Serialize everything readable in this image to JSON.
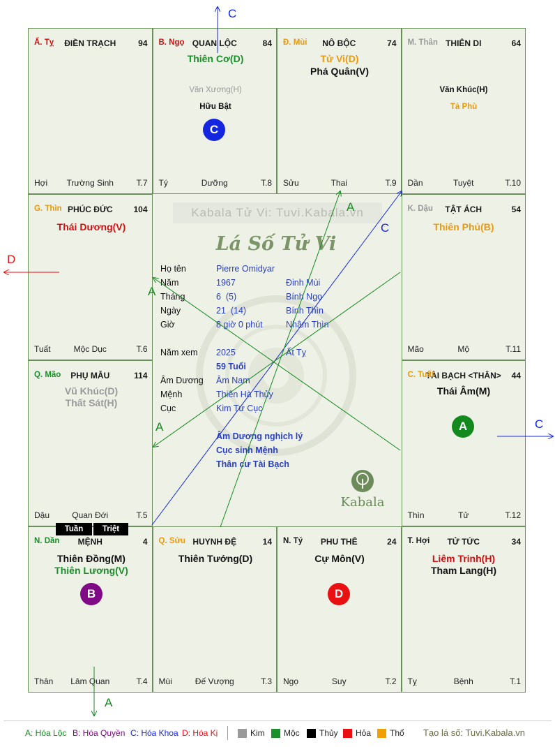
{
  "palaces": [
    {
      "key": "ty",
      "stem": "Ấ. Tỵ",
      "stem_color": "#d01010",
      "name": "ĐIỀN TRẠCH",
      "num": "94",
      "bl": "Hợi",
      "bm": "Trường Sinh",
      "br": "T.7"
    },
    {
      "key": "ngo",
      "stem": "B. Ngọ",
      "stem_color": "#d01010",
      "name": "QUAN LỘC",
      "num": "84",
      "bl": "Tý",
      "bm": "Dưỡng",
      "br": "T.8"
    },
    {
      "key": "mui",
      "stem": "Đ. Mùi",
      "stem_color": "#e89a10",
      "name": "NÔ BỘC",
      "num": "74",
      "bl": "Sửu",
      "bm": "Thai",
      "br": "T.9"
    },
    {
      "key": "than",
      "stem": "M. Thân",
      "stem_color": "#9a9a9a",
      "name": "THIÊN DI",
      "num": "64",
      "bl": "Dần",
      "bm": "Tuyệt",
      "br": "T.10"
    },
    {
      "key": "thin",
      "stem": "G. Thìn",
      "stem_color": "#e89a10",
      "name": "PHÚC ĐỨC",
      "num": "104",
      "bl": "Tuất",
      "bm": "Mộc Dục",
      "br": "T.6"
    },
    {
      "key": "dau",
      "stem": "K. Dậu",
      "stem_color": "#9a9a9a",
      "name": "TẬT ÁCH",
      "num": "54",
      "bl": "Mão",
      "bm": "Mộ",
      "br": "T.11"
    },
    {
      "key": "mao",
      "stem": "Q. Mão",
      "stem_color": "#1a8f2a",
      "name": "PHỤ MẪU",
      "num": "114",
      "bl": "Dậu",
      "bm": "Quan Đới",
      "br": "T.5"
    },
    {
      "key": "tuat",
      "stem": "C. Tuất",
      "stem_color": "#e89a10",
      "name": "TÀI BẠCH <THÂN>",
      "num": "44",
      "bl": "Thìn",
      "bm": "Tử",
      "br": "T.12"
    },
    {
      "key": "dan",
      "stem": "N. Dần",
      "stem_color": "#1a8f2a",
      "name": "MỆNH",
      "num": "4",
      "bl": "Thân",
      "bm": "Lâm Quan",
      "br": "T.4"
    },
    {
      "key": "suu",
      "stem": "Q. Sửu",
      "stem_color": "#e89a10",
      "name": "HUYNH ĐỆ",
      "num": "14",
      "bl": "Mùi",
      "bm": "Đế Vượng",
      "br": "T.3"
    },
    {
      "key": "tyrat",
      "stem": "N. Tý",
      "stem_color": "#1a1a1a",
      "name": "PHU THÊ",
      "num": "24",
      "bl": "Ngọ",
      "bm": "Suy",
      "br": "T.2"
    },
    {
      "key": "hoi",
      "stem": "T. Hợi",
      "stem_color": "#1a1a1a",
      "name": "TỬ TỨC",
      "num": "34",
      "bl": "Tỵ",
      "bm": "Bệnh",
      "br": "T.1"
    }
  ],
  "stars": {
    "ngo_major": "Thiên Cơ(D)",
    "ngo_minor1": "Văn Xương(H)",
    "ngo_minor2": "Hữu Bật",
    "mui_major1": "Tử Vi(D)",
    "mui_major2": "Phá Quân(V)",
    "than_minor1": "Văn Khúc(H)",
    "than_minor2": "Tả Phù",
    "thin_major": "Thái Dương(V)",
    "dau_major": "Thiên Phủ(B)",
    "mao_major1": "Vũ Khúc(D)",
    "mao_major2": "Thất Sát(H)",
    "tuat_major": "Thái Âm(M)",
    "dan_major1": "Thiên Đồng(M)",
    "dan_major2": "Thiên Lương(V)",
    "suu_major": "Thiên Tướng(D)",
    "tyrat_major": "Cự Môn(V)",
    "hoi_major1": "Liêm Trinh(H)",
    "hoi_major2": "Tham Lang(H)"
  },
  "badges": {
    "ngo": "C",
    "tuat": "A",
    "dan": "B",
    "tyrat": "D"
  },
  "tuan": "Tuần",
  "triet": "Triệt",
  "center": {
    "watermark": "Kabala Tử Vi: Tuvi.Kabala.vn",
    "title": "Lá Số Tử Vi",
    "ho_ten_label": "Họ tên",
    "ho_ten": "Pierre Omidyar",
    "nam_label": "Năm",
    "nam": "1967",
    "nam_can": "Đinh Mùi",
    "thang_label": "Tháng",
    "thang": "6  (5)",
    "thang_can": "Bính Ngọ",
    "ngay_label": "Ngày",
    "ngay": "21  (14)",
    "ngay_can": "Bính Thìn",
    "gio_label": "Giờ",
    "gio": "8 giờ 0 phút",
    "gio_can": "Nhâm Thìn",
    "namxem_label": "Năm xem",
    "namxem": "2025",
    "namxem_can": "Ất Tỵ",
    "tuoi": "59 Tuổi",
    "amduong_label": "Âm Dương",
    "amduong": "Âm Nam",
    "menh_label": "Mệnh",
    "menh": "Thiên Hà Thủy",
    "cuc_label": "Cục",
    "cuc": "Kim Tứ Cục",
    "note1": "Âm Dương nghịch lý",
    "note2": "Cục sinh Mệnh",
    "note3": "Thân cư Tài Bạch",
    "logo": "Kabala"
  },
  "external": {
    "top": "C",
    "left": "D",
    "right": "C",
    "bottom": "A",
    "a1": "A",
    "a2": "A",
    "a3": "A",
    "c1": "C"
  },
  "legend": {
    "a": "A: Hóa Lộc",
    "b": "B: Hóa Quyền",
    "c": "C: Hóa Khoa",
    "d": "D: Hóa Kị",
    "kim": "Kim",
    "moc": "Mộc",
    "thuy": "Thủy",
    "hoa": "Hỏa",
    "tho": "Thổ",
    "site": "Tạo lá số: Tuvi.Kabala.vn",
    "colors": {
      "kim": "#9a9a9a",
      "moc": "#1a8f2a",
      "thuy": "#000000",
      "hoa": "#e81010",
      "tho": "#f0a000"
    }
  }
}
